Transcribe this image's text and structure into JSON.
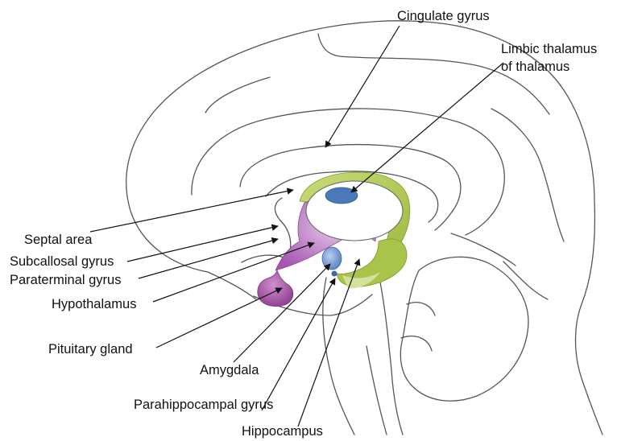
{
  "labels": {
    "cingulate_gyrus": "Cingulate gyrus",
    "limbic_thalamus_line1": "Limbic thalamus",
    "limbic_thalamus_line2": "of thalamus",
    "septal_area": "Septal area",
    "subcallosal_gyrus": "Subcallosal gyrus",
    "paraterminal_gyrus": "Paraterminal gyrus",
    "hypothalamus": "Hypothalamus",
    "pituitary_gland": "Pituitary gland",
    "amygdala": "Amygdala",
    "parahippocampal_gyrus": "Parahippocampal gyrus",
    "hippocampus": "Hippocampus"
  },
  "colors": {
    "hypothalamus": "#b06ab8",
    "pituitary": "#a0509f",
    "thalamus_nucleus": "#4a78b8",
    "amygdala": "#7fa2d2",
    "cingulate_band": "#b4cc55",
    "hippocampus": "#a8c24a",
    "outline": "#555555",
    "arrow": "#111111"
  }
}
